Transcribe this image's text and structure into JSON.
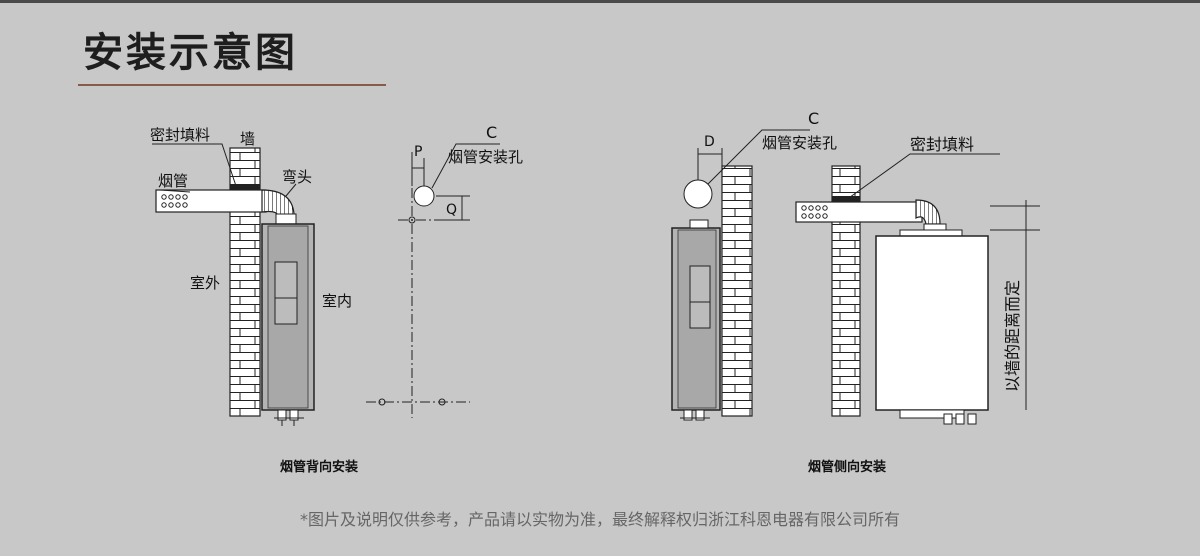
{
  "title": "安装示意图",
  "left": {
    "label_sealant": "密封填料",
    "label_wall": "墙",
    "label_flue": "烟管",
    "label_elbow": "弯头",
    "label_outdoor": "室外",
    "label_indoor": "室内",
    "caption": "烟管背向安装"
  },
  "middle": {
    "label_p": "P",
    "label_c": "C",
    "label_hole": "烟管安装孔",
    "label_q": "Q"
  },
  "right": {
    "label_d": "D",
    "label_c": "C",
    "label_hole": "烟管安装孔",
    "label_sealant": "密封填料",
    "label_distance": "以墙的距离而定",
    "caption": "烟管侧向安装"
  },
  "note": "*图片及说明仅供参考，产品请以实物为准，最终解释权归浙江科恩电器有限公司所有",
  "colors": {
    "background": "#c8c8c8",
    "line": "#222222",
    "title_rule": "#8a5a48",
    "note": "#666666"
  }
}
